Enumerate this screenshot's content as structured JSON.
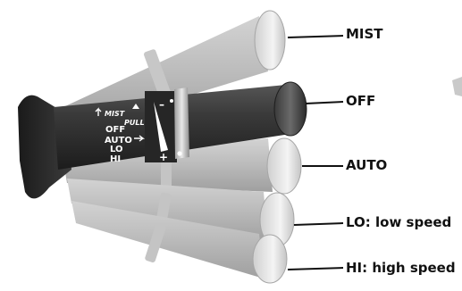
{
  "callouts": {
    "mist": "MIST",
    "off": "OFF",
    "auto": "AUTO",
    "lo": "LO: low speed",
    "hi": "HI: high speed"
  },
  "lever_markings": {
    "mist": "MIST",
    "pull": "PULL",
    "off": "OFF",
    "auto": "AUTO",
    "lo": "LO",
    "hi": "HI",
    "minus": "–",
    "plus": "+"
  },
  "icons": {
    "washer": "windshield-washer-icon",
    "drop_small": "drop-small-icon",
    "drop_large": "drop-large-icon",
    "arrow_up": "arrow-up-icon",
    "arrow_down": "arrow-down-icon",
    "arrow_right": "arrow-right-icon"
  },
  "colors": {
    "lever_dark": "#2f2f2f",
    "lever_ghost": "#b9b9b9",
    "leader_line": "#111111",
    "label_text": "#111111"
  }
}
